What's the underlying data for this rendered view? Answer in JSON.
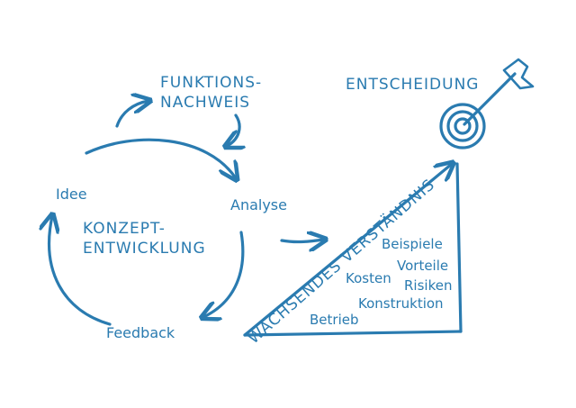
{
  "labels": {
    "funktionsnachweis_line1": "FUNKTIONS-",
    "funktionsnachweis_line2": "NACHWEIS",
    "idee": "Idee",
    "analyse": "Analyse",
    "konzept_line1": "KONZEPT-",
    "konzept_line2": "ENTWICKLUNG",
    "feedback": "Feedback",
    "entscheidung": "ENTSCHEIDUNG",
    "wachsendes_verstaendnis": "WACHSENDES VERSTÄNDNIS",
    "beispiele": "Beispiele",
    "vorteile": "Vorteile",
    "kosten": "Kosten",
    "risiken": "Risiken",
    "konstruktion": "Konstruktion",
    "betrieb": "Betrieb"
  },
  "colors": {
    "ink": "#2a7bb0"
  }
}
